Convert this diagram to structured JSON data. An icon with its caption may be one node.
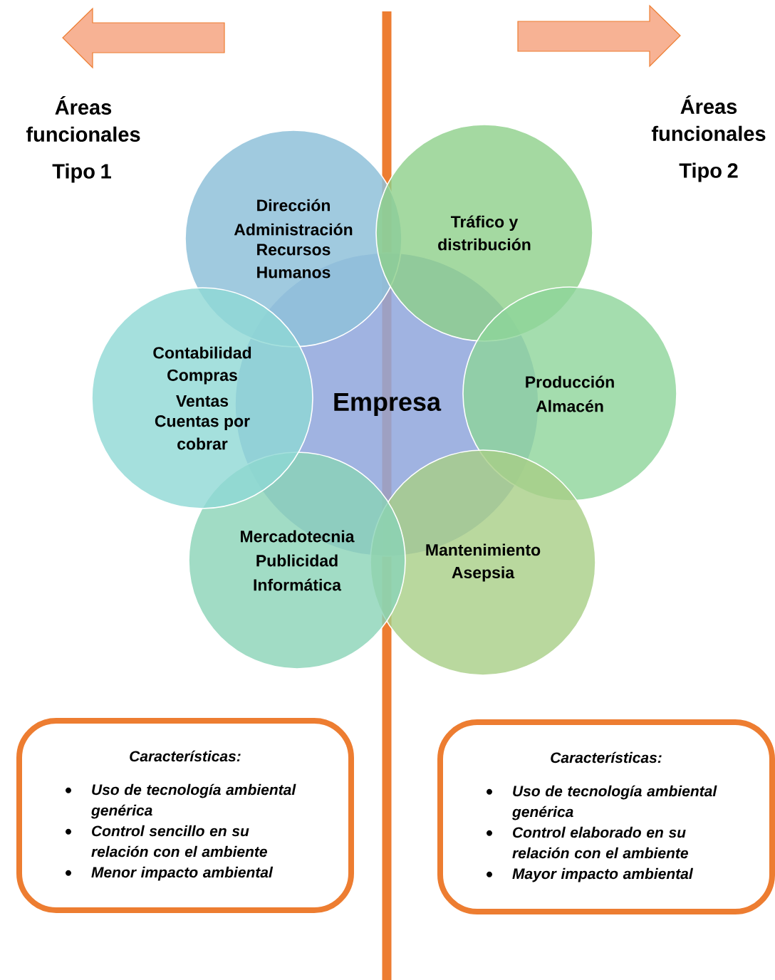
{
  "diagram": {
    "nodes": [
      {
        "text": [
          "Dirección",
          "Administración",
          "Recursos Humanos"
        ]
      },
      {
        "text": [
          "Tráfico y distribución"
        ]
      },
      {
        "text": [
          "Contabilidad",
          "Compras",
          "Ventas",
          "Cuentas por cobrar"
        ]
      },
      {
        "text": [
          "Empresa"
        ]
      },
      {
        "text": [
          "Producción",
          "Almacén"
        ]
      },
      {
        "text": [
          "Mercadotecnia",
          "Publicidad",
          "Informática"
        ]
      },
      {
        "text": [
          "Mantenimiento",
          "Asepsia"
        ]
      },
      {
        "text": [
          "Características:",
          "Uso de tecnología ambiental genérica",
          "Control sencillo en su relación con el ambiente",
          "Menor impacto ambiental"
        ]
      },
      {
        "text": [
          "Características:",
          "Uso de tecnología ambiental genérica",
          "Control elaborado en su relación con el ambiente",
          "Mayor impacto ambiental"
        ]
      }
    ],
    "labels": [
      "Áreas funcionales",
      "Tipo 1",
      "Áreas funcionales",
      "Tipo 2"
    ]
  }
}
